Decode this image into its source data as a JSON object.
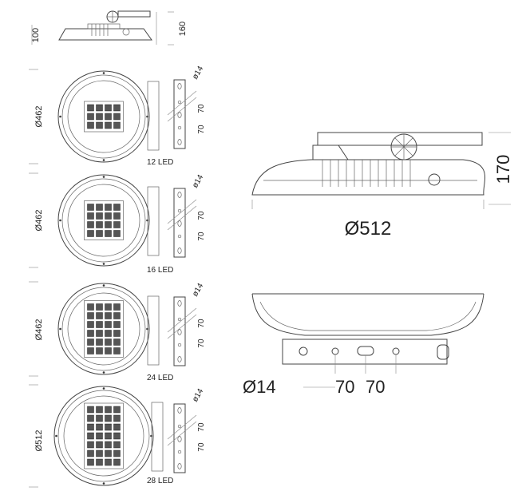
{
  "small_views": {
    "top": {
      "height_left": "100",
      "height_right": "160"
    },
    "variants": [
      {
        "diameter": "Ø462",
        "led_label": "12 LED",
        "rows": 3,
        "cols": 4,
        "bracket_hole": "ø14",
        "spacing_a": "70",
        "spacing_b": "70"
      },
      {
        "diameter": "Ø462",
        "led_label": "16 LED",
        "rows": 4,
        "cols": 4,
        "bracket_hole": "ø14",
        "spacing_a": "70",
        "spacing_b": "70"
      },
      {
        "diameter": "Ø462",
        "led_label": "24 LED",
        "rows": 6,
        "cols": 4,
        "bracket_hole": "ø14",
        "spacing_a": "70",
        "spacing_b": "70"
      },
      {
        "diameter": "Ø512",
        "led_label": "28 LED",
        "rows": 7,
        "cols": 4,
        "bracket_hole": "ø14",
        "spacing_a": "70",
        "spacing_b": "70"
      }
    ]
  },
  "large_side_view": {
    "diameter": "Ø512",
    "height": "170"
  },
  "large_bottom_view": {
    "hole": "Ø14",
    "spacing_a": "70",
    "spacing_b": "70"
  }
}
